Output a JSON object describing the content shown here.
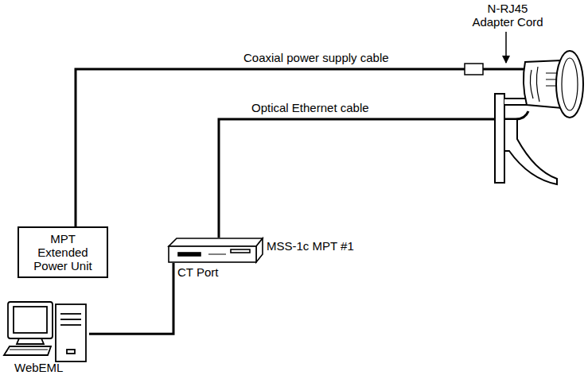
{
  "diagram": {
    "nodes": [
      {
        "text": [
          "MPT Extended Power Unit"
        ]
      },
      {
        "text": [
          "MSS-1c MPT #1",
          "CT Port"
        ]
      },
      {
        "text": [
          "WebEML"
        ]
      }
    ],
    "edges": [
      {
        "from": 1,
        "to": 2,
        "arrow": "none"
      }
    ],
    "labels": [
      "N-RJ45 Adapter Cord",
      "Coaxial power supply cable",
      "Optical Ethernet cable"
    ]
  }
}
